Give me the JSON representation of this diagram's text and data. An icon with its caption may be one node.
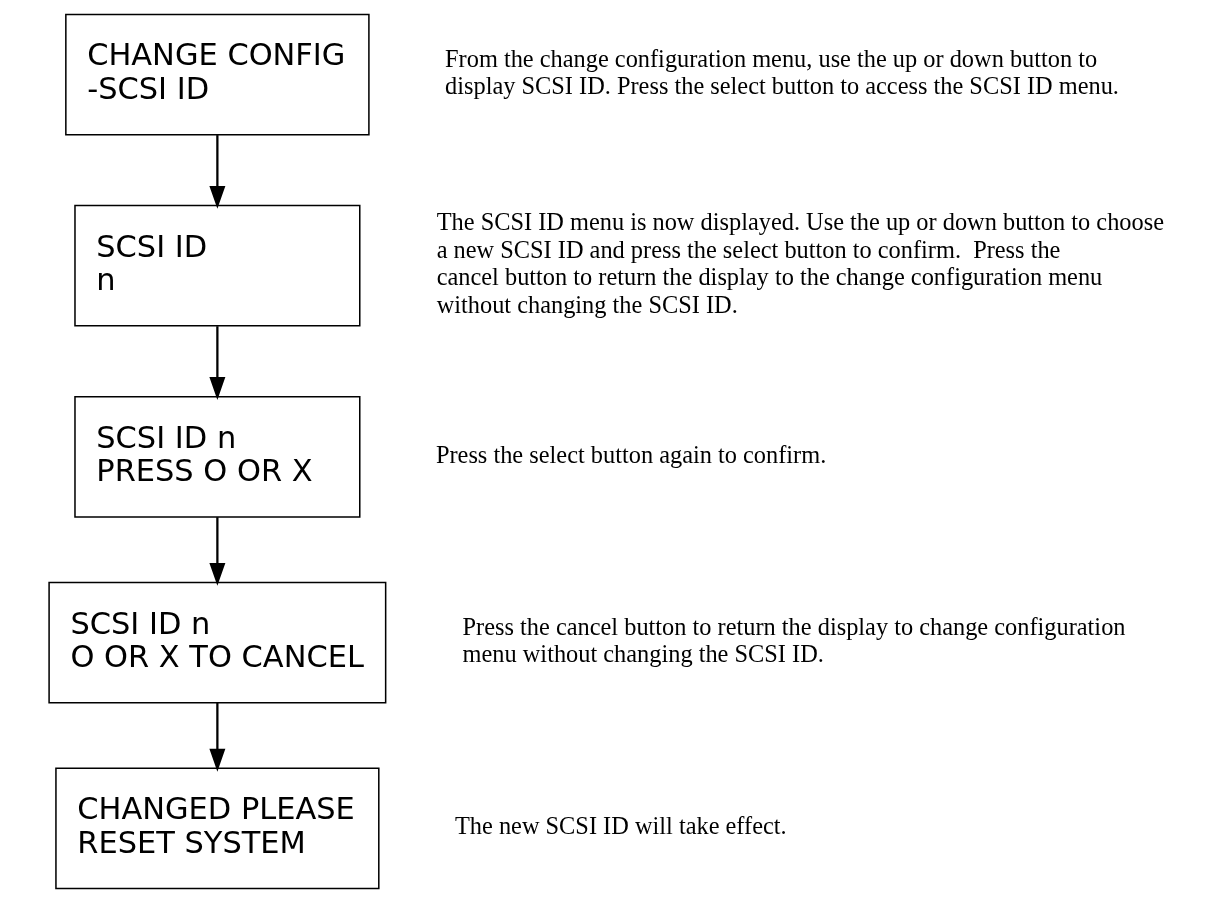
{
  "diagram": {
    "nodes": [
      {
        "text": [
          "CHANGE CONFIG",
          "-SCSI ID"
        ],
        "beside": [
          "From the change configuration menu, use the up or down button to display SCSI ID. Press the select button to access the SCSI ID menu."
        ]
      },
      {
        "text": [
          "SCSI ID",
          "n"
        ],
        "beside": [
          "The SCSI ID menu is now displayed. Use the up or down button to choose a new SCSI ID and press the select button to confirm.  Press the cancel button to return the display to the change configuration menu without changing the SCSI ID."
        ]
      },
      {
        "text": [
          "SCSI ID n",
          "PRESS O OR X"
        ],
        "beside": [
          "Press the select button again to confirm."
        ]
      },
      {
        "text": [
          "SCSI ID n",
          "O OR X TO CANCEL"
        ],
        "beside": [
          "Press the cancel button to return the display to change configuration menu without changing the SCSI ID."
        ]
      },
      {
        "text": [
          "CHANGED PLEASE",
          "RESET SYSTEM"
        ],
        "beside": [
          "The new SCSI ID will take effect."
        ]
      }
    ],
    "edges": [
      {
        "from": 0,
        "to": 1,
        "arrow": "to"
      },
      {
        "from": 1,
        "to": 2,
        "arrow": "to"
      },
      {
        "from": 2,
        "to": 3,
        "arrow": "to"
      },
      {
        "from": 3,
        "to": 4,
        "arrow": "to"
      }
    ]
  }
}
